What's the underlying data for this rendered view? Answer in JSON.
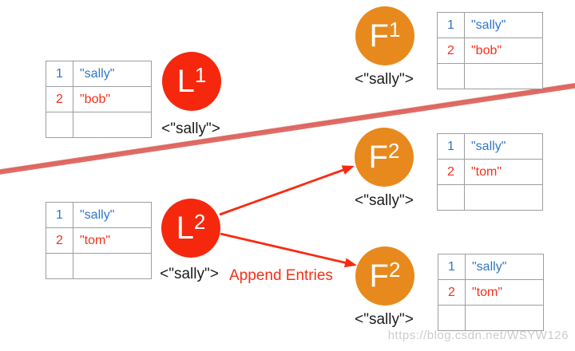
{
  "colors": {
    "node-red": "#f5280e",
    "node-orange": "#e8891d",
    "key-blue": "#2e77c5",
    "val-red": "#f53018",
    "arrow-red": "#f92a10",
    "divider-red": "#dc5f58",
    "border-gray": "#9e9e9e",
    "text-black": "#1b1b1b",
    "watermark-gray": "#cccccc"
  },
  "nodes": {
    "L1": {
      "letter": "L",
      "sup": "1",
      "caption": "<\"sally\">"
    },
    "F1": {
      "letter": "F",
      "sup": "1",
      "caption": "<\"sally\">"
    },
    "F2a": {
      "letter": "F",
      "sup": "2",
      "caption": "<\"sally\">"
    },
    "L2": {
      "letter": "L",
      "sup": "2",
      "caption": "<\"sally\">"
    },
    "F2b": {
      "letter": "F",
      "sup": "2",
      "caption": "<\"sally\">"
    }
  },
  "tables": {
    "t1": {
      "rows": [
        [
          "1",
          "\"sally\""
        ],
        [
          "2",
          "\"bob\""
        ],
        [
          "",
          ""
        ]
      ]
    },
    "t2": {
      "rows": [
        [
          "1",
          "\"sally\""
        ],
        [
          "2",
          "\"bob\""
        ],
        [
          "",
          ""
        ]
      ]
    },
    "t3": {
      "rows": [
        [
          "1",
          "\"sally\""
        ],
        [
          "2",
          "\"tom\""
        ],
        [
          "",
          ""
        ]
      ]
    },
    "t4": {
      "rows": [
        [
          "1",
          "\"sally\""
        ],
        [
          "2",
          "\"tom\""
        ],
        [
          "",
          ""
        ]
      ]
    },
    "t5": {
      "rows": [
        [
          "1",
          "\"sally\""
        ],
        [
          "2",
          "\"tom\""
        ],
        [
          "",
          ""
        ]
      ]
    }
  },
  "annotations": {
    "append_entries": "Append Entries",
    "watermark": "https://blog.csdn.net/WSYW126"
  }
}
